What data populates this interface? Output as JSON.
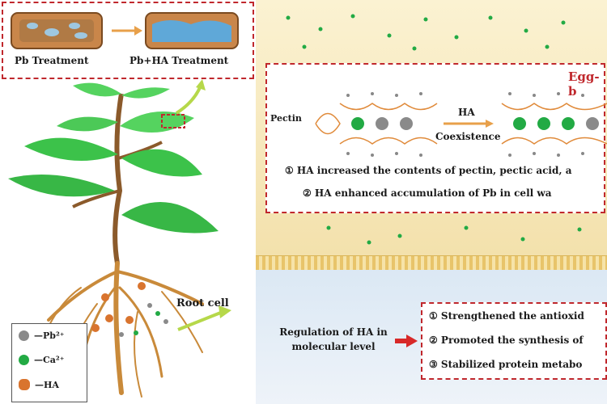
{
  "top_panel": {
    "pb_label": "Pb Treatment",
    "pbha_label": "Pb+HA Treatment"
  },
  "cell_wall": {
    "title": "Egg-b",
    "pectin_label": "Pectin",
    "ha_label": "HA",
    "coexistence_label": "Coexistence",
    "finding_1": "① HA increased the contents of pectin, pectic acid, a",
    "finding_2": "② HA enhanced accumulation of Pb in cell wa"
  },
  "plant": {
    "root_cell_label": "Root cell"
  },
  "legend": {
    "items": [
      {
        "label": "—Pb²⁺",
        "icon": "grey-dot-icon",
        "color": "#8a8a8a"
      },
      {
        "label": "—Ca²⁺",
        "icon": "green-dot-icon",
        "color": "#22aa44"
      },
      {
        "label": "—HA",
        "icon": "orange-dot-icon",
        "color": "#d9742e"
      }
    ]
  },
  "molecular": {
    "heading_line1": "Regulation of HA in",
    "heading_line2": "molecular level",
    "effects": [
      "① Strengthened the antioxid",
      "② Promoted the synthesis of",
      "③ Stabilized protein metabo"
    ]
  },
  "colors": {
    "accent_red": "#c0282d",
    "leaf_green": "#3cc24a",
    "root_brown": "#c98a3a",
    "band_cream": "#f6e5b4",
    "band_blue": "#dbe8f4"
  }
}
